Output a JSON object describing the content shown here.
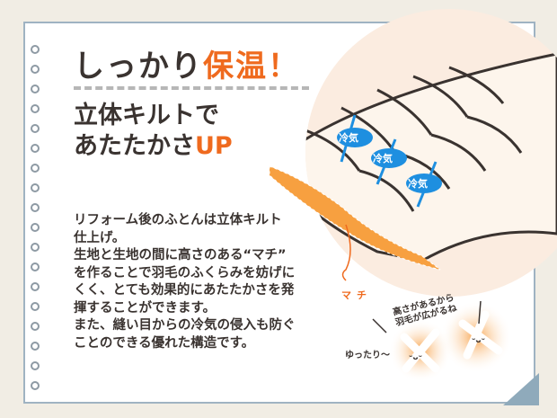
{
  "title": {
    "main": "しっかり",
    "accent": "保温",
    "mark": "！"
  },
  "subtitle": {
    "line1": "立体キルトで",
    "line2_main": "あたたかさ",
    "line2_accent": "UP"
  },
  "body": [
    "リフォーム後のふとんは立体キルト",
    "仕上げ。",
    "生地と生地の間に高さのある“マチ”",
    "を作ることで羽毛のふくらみを妨げに",
    "くく、とても効果的にあたたかさを発",
    "揮することができます。",
    "また、縫い目からの冷気の侵入も防ぐ",
    "ことのできる優れた構造です。"
  ],
  "illustration": {
    "cold_air": [
      "冷気",
      "冷気",
      "冷気"
    ],
    "gusset": "マチ",
    "bubble_line1": "高さがあるから",
    "bubble_line2": "羽毛が広がるね",
    "relaxed": "ゆったり～",
    "face": "ᵕᴗᵕ"
  },
  "colors": {
    "accent": "#ef6a1e",
    "cold": "#1e8fe0"
  }
}
